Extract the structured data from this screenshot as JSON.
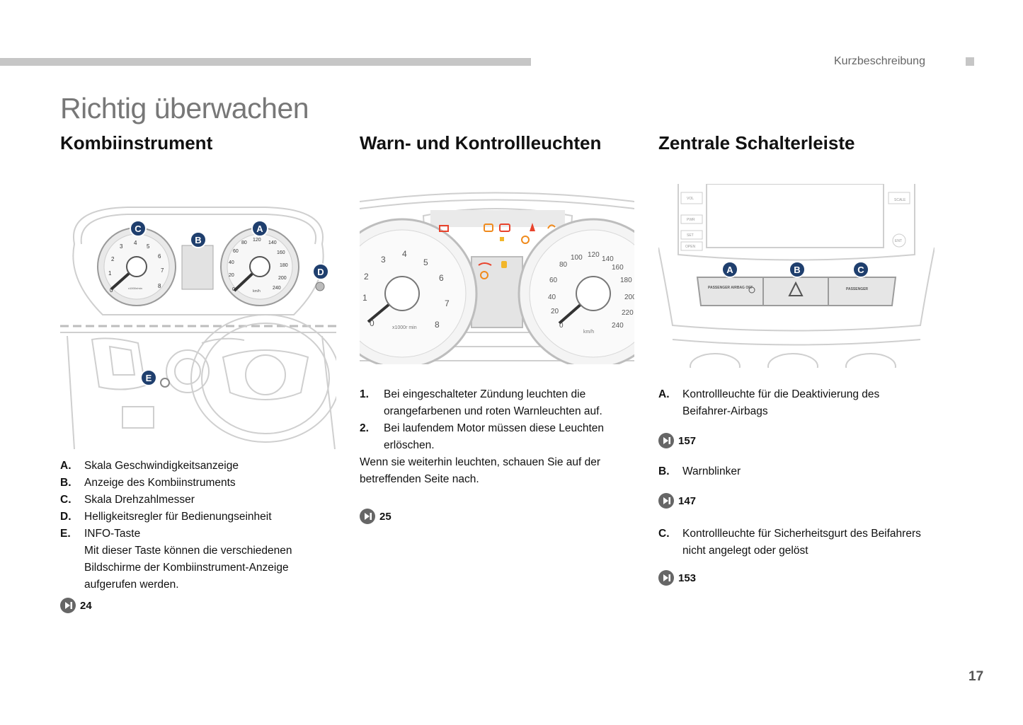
{
  "header": {
    "section": "Kurzbeschreibung",
    "page_title": "Richtig überwachen",
    "page_number": "17"
  },
  "col1": {
    "heading": "Kombiinstrument",
    "items": [
      {
        "label": "A.",
        "text": "Skala Geschwindigkeitsanzeige"
      },
      {
        "label": "B.",
        "text": "Anzeige des Kombiinstruments"
      },
      {
        "label": "C.",
        "text": "Skala Drehzahlmesser"
      },
      {
        "label": "D.",
        "text": "Helligkeitsregler für Bedienungseinheit"
      },
      {
        "label": "E.",
        "text": "INFO-Taste"
      }
    ],
    "e_note": "Mit dieser Taste können die verschiedenen Bildschirme der Kombiinstrument-Anzeige aufgerufen werden.",
    "ref": "24"
  },
  "col2": {
    "heading": "Warn- und Kontrollleuchten",
    "items": [
      {
        "label": "1.",
        "text": "Bei eingeschalteter Zündung leuchten die orangefarbenen und roten Warnleuchten auf."
      },
      {
        "label": "2.",
        "text": "Bei laufendem Motor müssen diese Leuchten erlöschen."
      }
    ],
    "note": "Wenn sie weiterhin leuchten, schauen Sie auf der betreffenden Seite nach.",
    "ref": "25"
  },
  "col3": {
    "heading": "Zentrale Schalterleiste",
    "items": [
      {
        "label": "A.",
        "text": "Kontrollleuchte für die Deaktivierung des Beifahrer-Airbags",
        "ref": "157"
      },
      {
        "label": "B.",
        "text": "Warnblinker",
        "ref": "147"
      },
      {
        "label": "C.",
        "text": "Kontrollleuchte für Sicherheitsgurt des Beifahrers nicht angelegt oder gelöst",
        "ref": "153"
      }
    ]
  },
  "figure_labels": {
    "fig1": {
      "a": "A",
      "b": "B",
      "c": "C",
      "d": "D",
      "e": "E",
      "tacho_unit": "x1000r/min",
      "speed_unit": "km/h"
    },
    "fig2": {
      "tacho_unit": "x1000r min",
      "speed_unit": "km/h"
    },
    "fig3": {
      "a": "A",
      "b": "B",
      "c": "C",
      "btn1": "PASSENGER AIRBAG OFF",
      "btn3": "PASSENGER",
      "vol": "VOL",
      "pwr": "PWR",
      "set": "SET",
      "open": "OPEN",
      "scale": "SCALE",
      "ent": "ENT"
    }
  },
  "colors": {
    "callout": "#1f3f6e",
    "warn_red": "#e8432c",
    "warn_orange": "#f08a1c",
    "warn_yellow": "#f2b62a"
  }
}
